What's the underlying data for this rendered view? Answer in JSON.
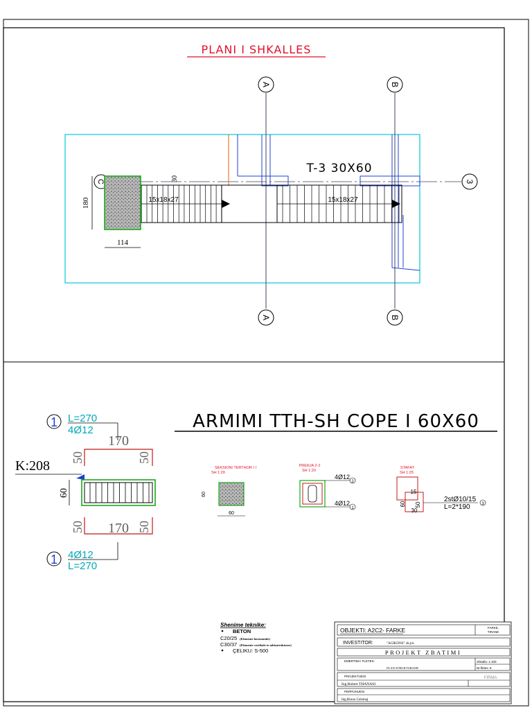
{
  "colors": {
    "border": "#000000",
    "title_red": "#e0102a",
    "cyan": "#00c8e0",
    "green": "#18a818",
    "blue": "#2040d0",
    "orange": "#f07a28",
    "teal": "#00a8b8",
    "dim_red": "#c01818"
  },
  "plan": {
    "title": "PLANI I SHKALLES",
    "axis_a": "A",
    "axis_b": "B",
    "axis_3": "3",
    "axis_c": "C",
    "beam_label": "T-3 30X60",
    "stair_left": "15x18x27",
    "stair_right": "15x18x27",
    "dim_180": "180",
    "dim_114": "114",
    "dim_30": "30"
  },
  "beam": {
    "title": "ARMIMI TTH-SH COPE I 60X60",
    "level": "K:208",
    "top_marker": "1",
    "top_len": "L=270",
    "top_bars": "4Ø12",
    "top_span": "170",
    "top_leg_left": "50",
    "top_leg_right": "50",
    "side_dim": "60",
    "bottom_leg_left": "50",
    "bottom_span": "170",
    "bottom_leg_right": "50",
    "bottom_marker": "1",
    "bottom_bars": "4Ø12",
    "bottom_len": "L=270"
  },
  "sections": {
    "sec1_title": "SEKSIONI TERTHOR I I",
    "sec1_scale": "SH 1:20",
    "sec1_dim_v": "60",
    "sec1_dim_h": "60",
    "sec2_title": "PRERJA 2-2",
    "sec2_scale": "SH 1:20",
    "sec2_bar_top": "4Ø12",
    "sec2_mark_top": "2",
    "sec2_bar_bot": "4Ø12",
    "sec2_mark_bot": "1",
    "sec3_title": "STAFAT",
    "sec3_scale": "SH 1:25",
    "sec3_dim_15": "15",
    "sec3_dim_60": "60",
    "sec3_dim_30": "30",
    "sec3_dim_50": "50",
    "stirrup_spec": "2stØ10/15",
    "stirrup_len": "L=2*190",
    "stirrup_mark": "3"
  },
  "notes": {
    "title": "Shenime teknike:",
    "beton": "BETON",
    "c20": "C20/25",
    "c20_note": "(Elemente horizontale)",
    "c30": "C30/37",
    "c30_note": "(Elemente vertikale te mbizatruktures)",
    "celiku": "ÇELIKU: S-500"
  },
  "titleblock": {
    "objekti": "OBJEKTI: A2C2- FARKE",
    "farke": "FARKE,",
    "tirane": "TIRANE",
    "investitor_label": "INVESTITOR:",
    "investitor_value": "\"AGIKONS\" sh.p.k",
    "projekt": "PROJEKT ZBATIMI",
    "emertimi": "EMERTIMI I FLETES:",
    "plan": "PLAN STRUKTURASH",
    "shkalla": "Shkalla: 1:100",
    "nr_fletes": "Nr.fletes: 6",
    "projektuesi": "PROJEKTUESI",
    "firma": "FIRMA",
    "ing1": "Ing.Robert THANASI",
    "perpunuesi": "PERPUNUESI",
    "ing2": "Ing.Bruno Celemaj"
  }
}
